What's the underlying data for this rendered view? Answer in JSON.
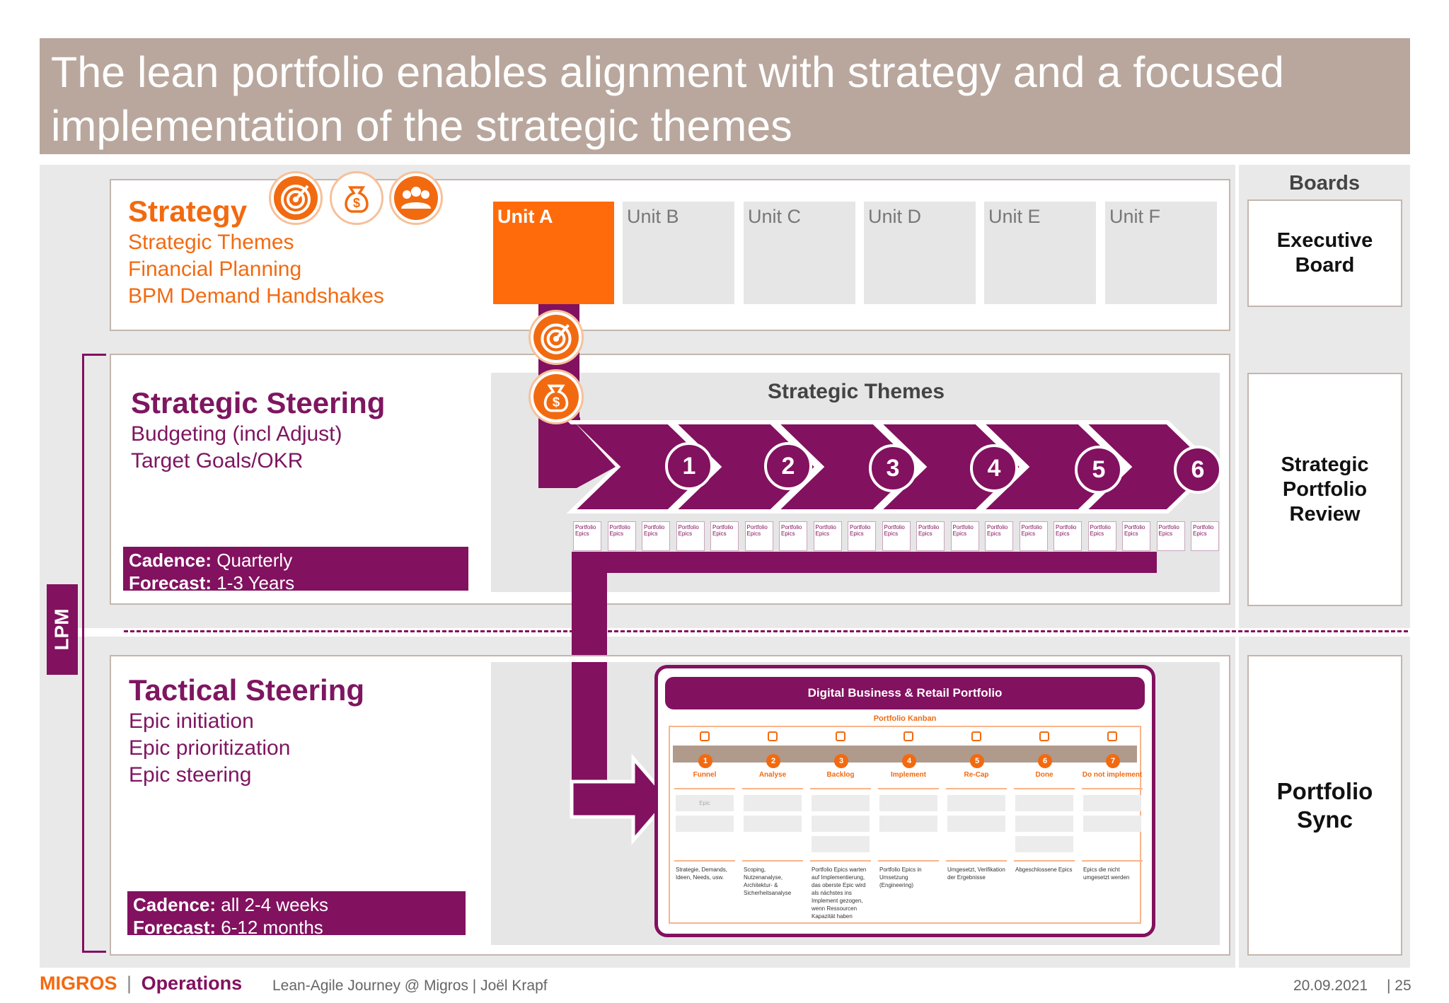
{
  "title": "The lean portfolio enables alignment with strategy and a focused implementation of the strategic themes",
  "boards": {
    "header": "Boards",
    "executive": "Executive Board",
    "strategic_review": "Strategic Portfolio Review",
    "portfolio_sync": "Portfolio Sync"
  },
  "strategy": {
    "heading": "Strategy",
    "items": [
      "Strategic Themes",
      "Financial Planning",
      "BPM Demand Handshakes"
    ],
    "units": [
      "Unit A",
      "Unit B",
      "Unit C",
      "Unit D",
      "Unit E",
      "Unit F"
    ]
  },
  "strategic_steering": {
    "heading": "Strategic Steering",
    "items": [
      "Budgeting (incl Adjust)",
      "Target Goals/OKR"
    ],
    "cadence_label": "Cadence:",
    "cadence_value": " Quarterly",
    "forecast_label": "Forecast:",
    "forecast_value": " 1-3 Years",
    "themes_title": "Strategic Themes",
    "theme_numbers": [
      "1",
      "2",
      "3",
      "4",
      "5",
      "6"
    ],
    "epic_card_line1": "Portfolio",
    "epic_card_line2": "Epics"
  },
  "lpm_label": "LPM",
  "tactical_steering": {
    "heading": "Tactical Steering",
    "items": [
      "Epic initiation",
      "Epic prioritization",
      "Epic steering"
    ],
    "cadence_label": "Cadence:",
    "cadence_value": " all 2-4 weeks",
    "forecast_label": "Forecast:",
    "forecast_value": " 6-12 months"
  },
  "portfolio": {
    "title": "Digital Business & Retail Portfolio",
    "kanban_title": "Portfolio Kanban",
    "columns": [
      {
        "num": "1",
        "name": "Funnel",
        "desc": "Strategie, Demands, Ideen, Needs, usw."
      },
      {
        "num": "2",
        "name": "Analyse",
        "desc": "Scoping, Nutzenanalyse, Architektur- & Sicherheitsanalyse"
      },
      {
        "num": "3",
        "name": "Backlog",
        "desc": "Portfolio Epics warten auf Implementierung, das oberste Epic wird als nächstes ins Implement gezogen, wenn Ressourcen Kapazität haben"
      },
      {
        "num": "4",
        "name": "Implement",
        "desc": "Portfolio Epics in Umsetzung (Engineering)"
      },
      {
        "num": "5",
        "name": "Re-Cap",
        "desc": "Umgesetzt, Verifikation der Ergebnisse"
      },
      {
        "num": "6",
        "name": "Done",
        "desc": "Abgeschlossene Epics"
      },
      {
        "num": "7",
        "name": "Do not implement",
        "desc": "Epics die nicht umgesetzt werden"
      }
    ],
    "epic_placeholder": "Epic"
  },
  "footer": {
    "brand": "MIGROS",
    "separator": "|",
    "department": "Operations",
    "subtitle": "Lean-Agile Journey @ Migros | Joël Krapf",
    "date": "20.09.2021",
    "page": "| 25"
  },
  "colors": {
    "orange": "#f26a10",
    "purple": "#82115f",
    "title_bar": "#b9a79d"
  }
}
